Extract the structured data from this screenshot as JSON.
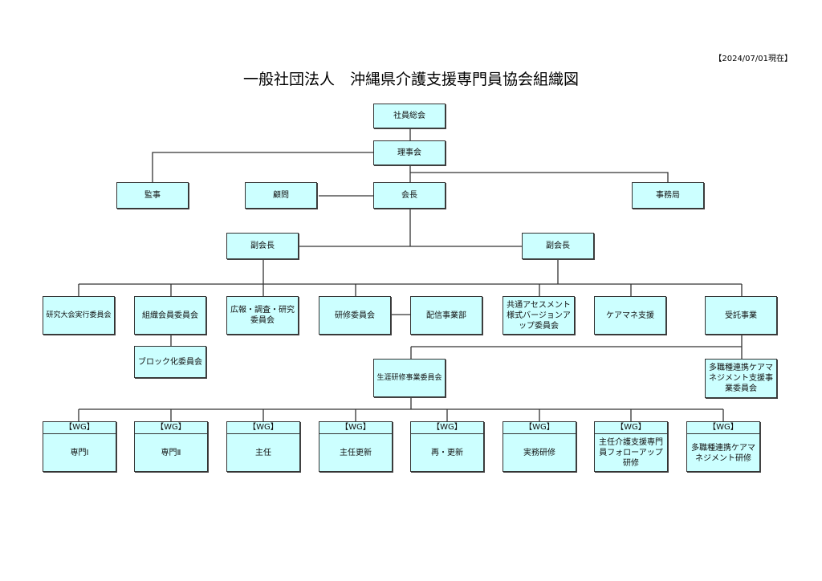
{
  "date": "【2024/07/01現在】",
  "title": "一般社団法人　沖縄県介護支援専門員協会組織図",
  "nodes": {
    "shain": "社員総会",
    "rijikai": "理事会",
    "kanji": "監事",
    "komon": "顧問",
    "kaicho": "会長",
    "jimukyoku": "事務局",
    "fuku1": "副会長",
    "fuku2": "副会長",
    "kenkyu_taikai": "研究大会実行委員会",
    "soshiki": "組織会員委員会",
    "koho": "広報・調査・研究委員会",
    "kenshu": "研修委員会",
    "haishin": "配信事業部",
    "kyotsu": "共通アセスメント様式バージョンアップ委員会",
    "caremane": "ケアマネ支援",
    "jutaku": "受託事業",
    "block": "ブロック化委員会",
    "shogai": "生涯研修事業委員会",
    "tashoku": "多職種連携ケアマネジメント支援事業委員会"
  },
  "wg_label": "【WG】",
  "wg": [
    "専門Ⅰ",
    "専門Ⅱ",
    "主任",
    "主任更新",
    "再・更新",
    "実務研修",
    "主任介護支援専門員フォローアップ研修",
    "多職種連携ケアマネジメント研修"
  ]
}
